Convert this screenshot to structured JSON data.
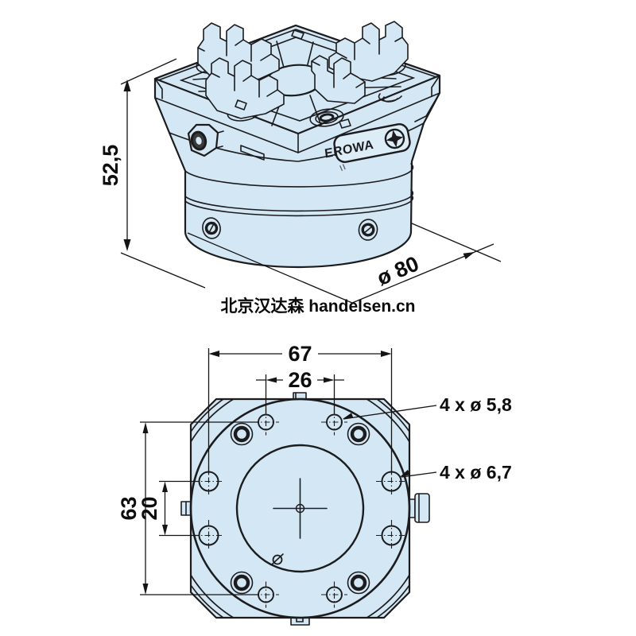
{
  "colors": {
    "part_fill": "#d4e7f5",
    "line": "#1c1c1e",
    "background": "#ffffff"
  },
  "watermark": {
    "text": "北京汉达森 handelsen.cn"
  },
  "isometric_view": {
    "brand_label": {
      "name": "EROWA"
    },
    "dimensions": {
      "height": "52,5",
      "diameter": "ø 80"
    }
  },
  "plan_view": {
    "dimensions": {
      "hole_span_horizontal": "67",
      "top_hole_spacing": "26",
      "hole_span_vertical": "63",
      "side_hole_spacing": "20"
    },
    "hole_labels": {
      "small": "4 x ø 5,8",
      "large": "4 x ø 6,7"
    }
  }
}
